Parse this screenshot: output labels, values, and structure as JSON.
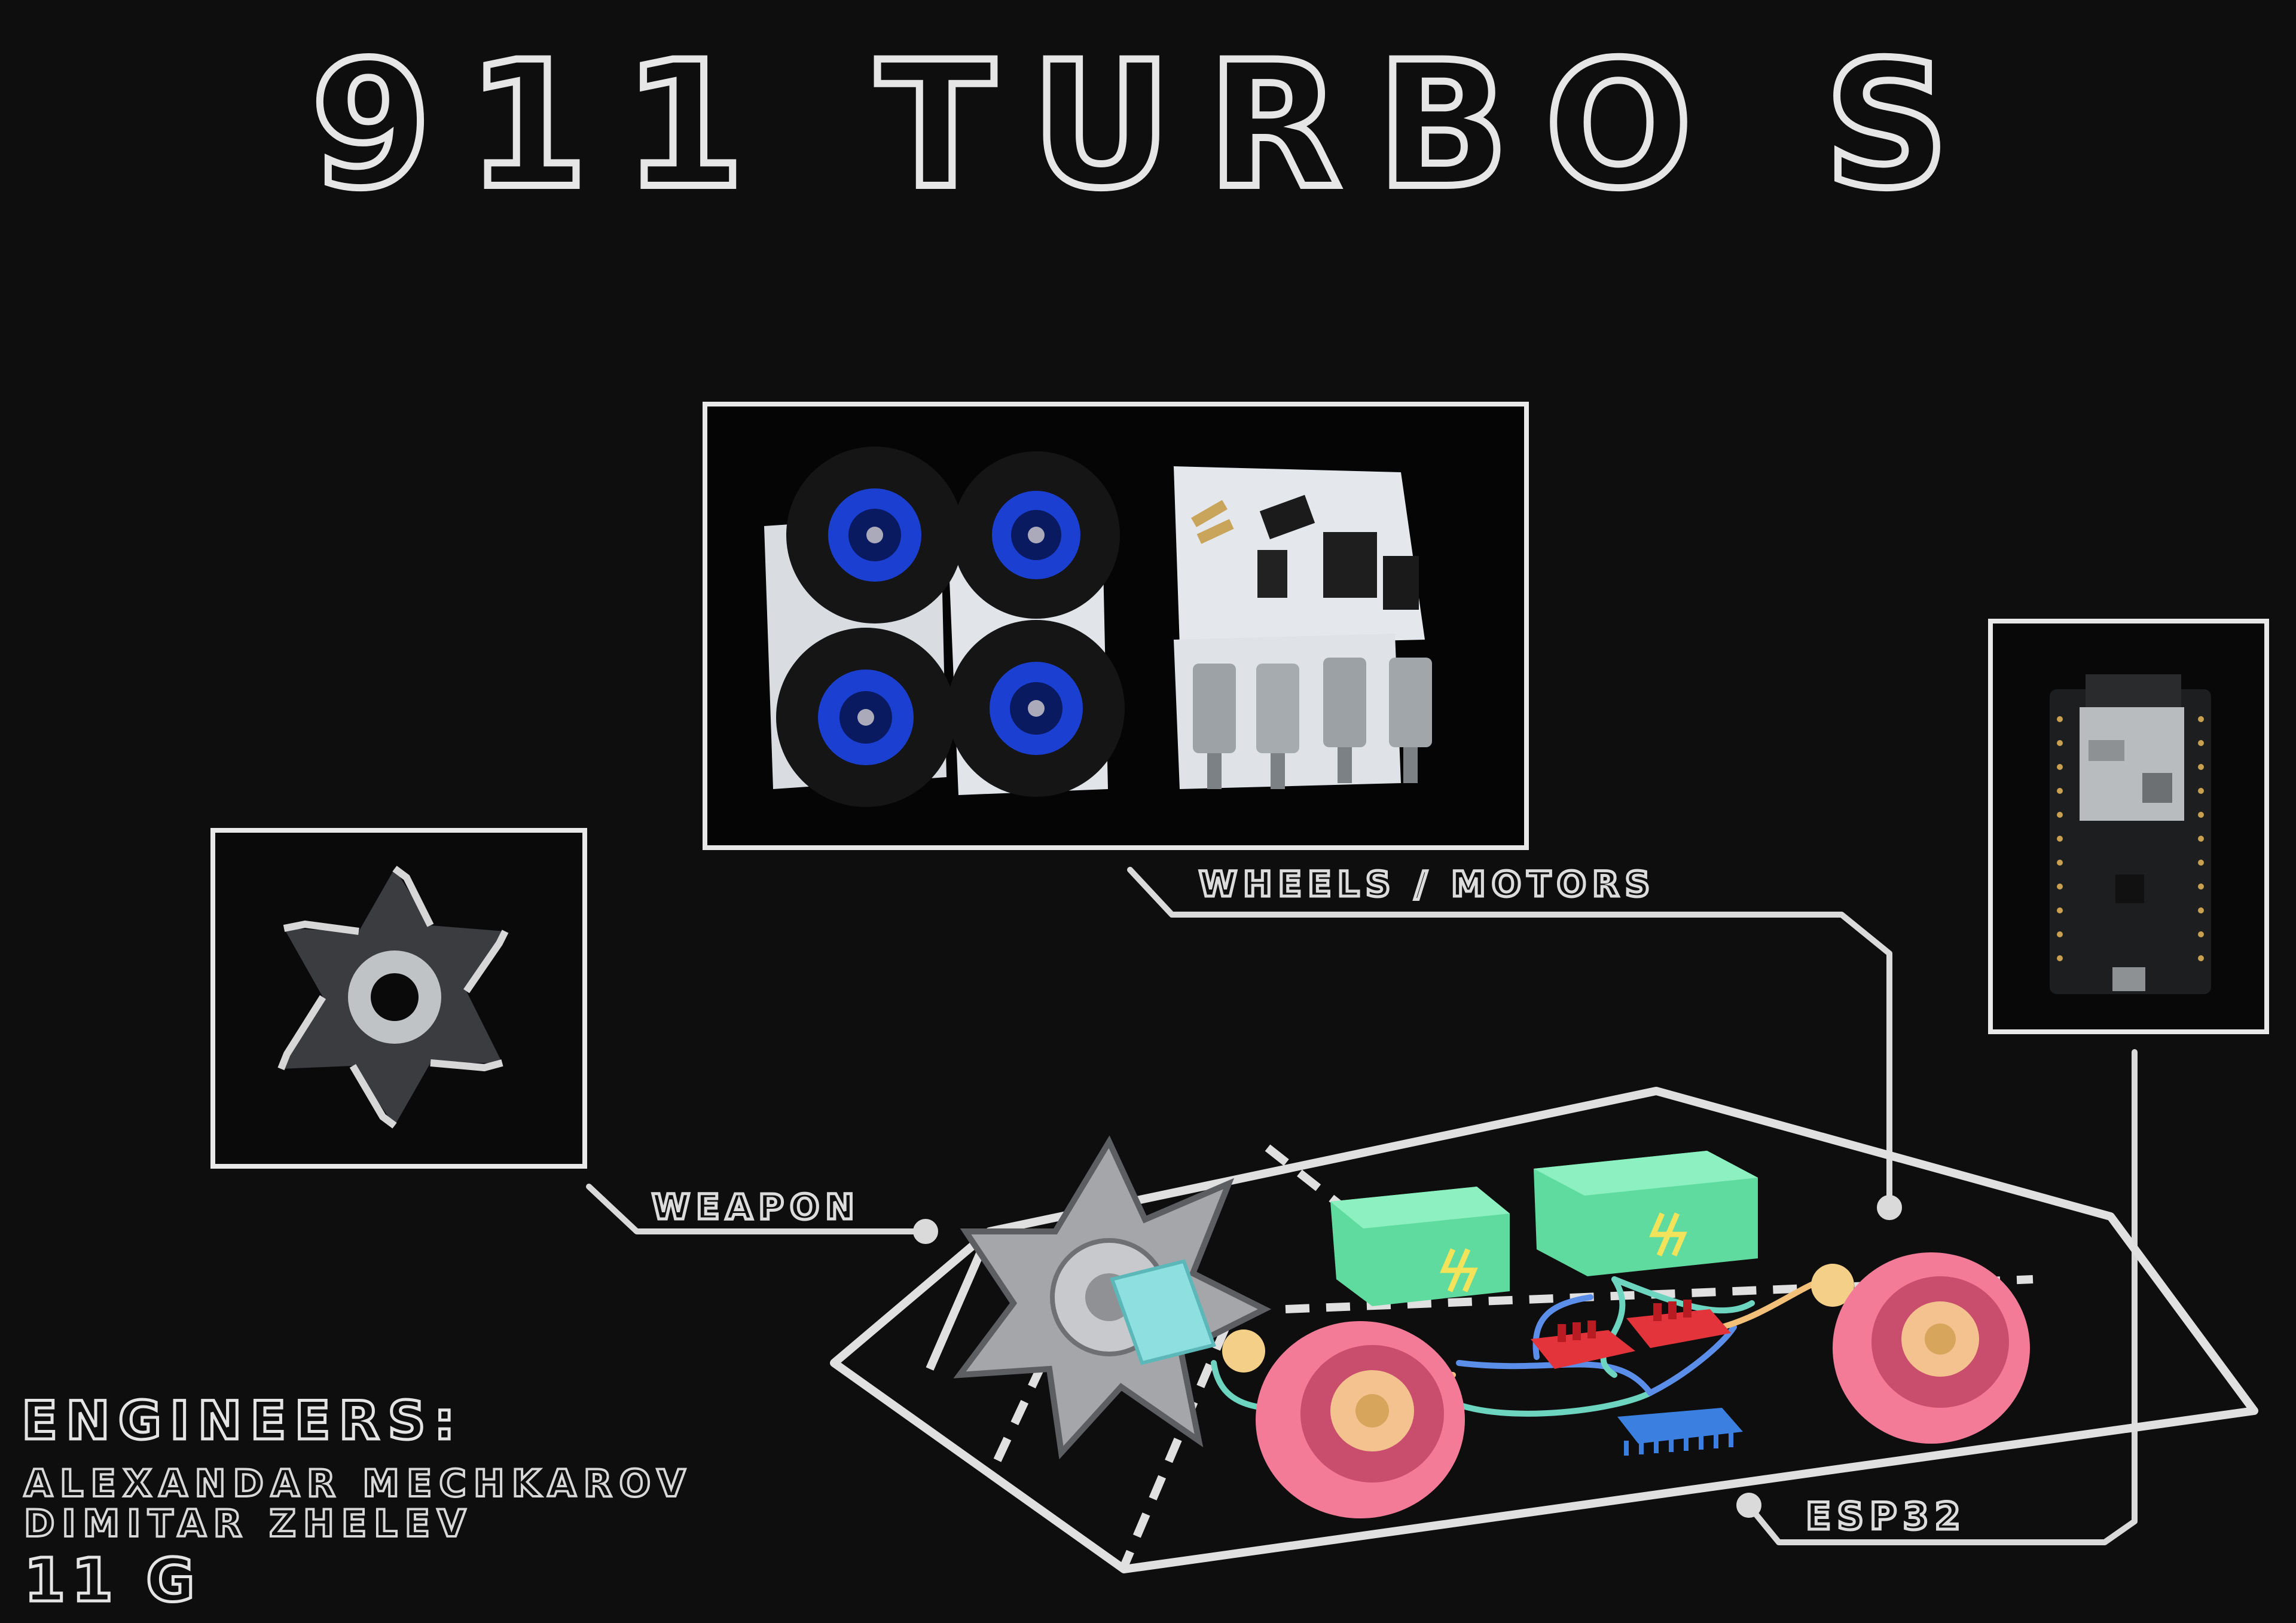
{
  "poster": {
    "title": "911 TURBO S",
    "labels": {
      "wheels_motors": "WHEELS / MOTORS",
      "weapon": "WEAPON",
      "esp32": "ESP32"
    },
    "engineers": {
      "heading": "ENGINEERS:",
      "names": [
        "ALEXANDAR MECHKAROV",
        "DIMITAR ZHELEV"
      ],
      "class": "11 G"
    },
    "colors": {
      "background": "#0e0e0e",
      "outline": "#e6e6e6",
      "battery": "#66e8a8",
      "wheel": "#f47b97",
      "motor": "#8ee0e0",
      "driver": "#e2343a",
      "chip": "#3b7fe0"
    },
    "icons": [
      "wheel-kit-photo",
      "blade-photo",
      "esp32-board-photo",
      "robot-diagram"
    ]
  }
}
